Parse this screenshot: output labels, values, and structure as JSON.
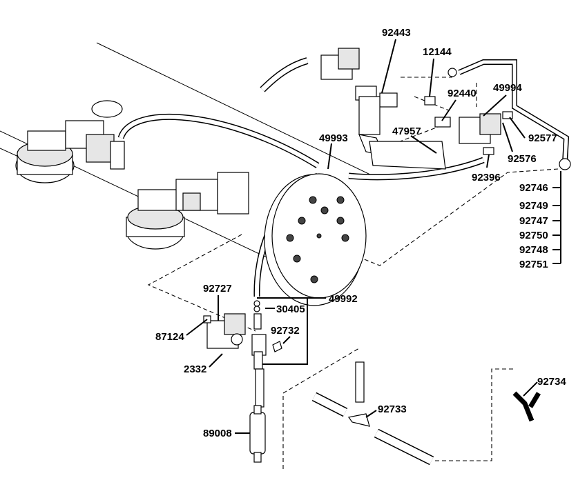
{
  "labels": {
    "p92443": "92443",
    "p12144": "12144",
    "p92440": "92440",
    "p49994": "49994",
    "p92577": "92577",
    "p92576": "92576",
    "p49993": "49993",
    "p47957": "47957",
    "p92396": "92396",
    "p92746": "92746",
    "p92749": "92749",
    "p92747": "92747",
    "p92750": "92750",
    "p92748": "92748",
    "p92751": "92751",
    "p92727": "92727",
    "p30405": "30405",
    "p49992": "49992",
    "p92732": "92732",
    "p87124": "87124",
    "p2332": "2332",
    "p89008": "89008",
    "p92733": "92733",
    "p92734": "92734"
  }
}
